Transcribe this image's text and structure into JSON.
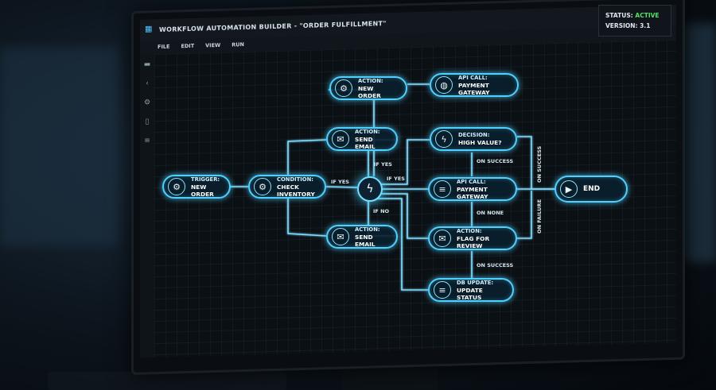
{
  "window": {
    "title": "WORKFLOW AUTOMATION BUILDER - \"ORDER FULFILLMENT\""
  },
  "menu": [
    "FILE",
    "EDIT",
    "VIEW",
    "RUN"
  ],
  "status": {
    "label": "STATUS:",
    "value": "ACTIVE",
    "version_label": "VERSION:",
    "version": "3.1"
  },
  "nodes": {
    "trigger": {
      "l1": "TRIGGER:",
      "l2": "NEW ORDER"
    },
    "condition": {
      "l1": "CONDITION:",
      "l2": "CHECK INVENTORY"
    },
    "action_new_order": {
      "l1": "ACTION:",
      "l2": "NEW ORDER"
    },
    "action_send_email_top": {
      "l1": "ACTION:",
      "l2": "SEND EMAIL"
    },
    "action_send_email_bottom": {
      "l1": "ACTION:",
      "l2": "SEND EMAIL"
    },
    "api_call_top": {
      "l1": "API CALL:",
      "l2": "PAYMENT GATEWAY"
    },
    "decision": {
      "l1": "DECISION:",
      "l2": "HIGH VALUE?"
    },
    "api_call_mid": {
      "l1": "API CALL:",
      "l2": "PAYMENT GATEWAY"
    },
    "action_flag": {
      "l1": "ACTION:",
      "l2": "FLAG FOR REVIEW"
    },
    "db_update": {
      "l1": "DB UPDATE:",
      "l2": "UPDATE STATUS"
    },
    "end": {
      "l1": "END"
    }
  },
  "edge_labels": {
    "if_yes_left": "IF YES",
    "if_yes_up": "IF YES",
    "if_yes_right": "IF YES",
    "if_no": "IF NO",
    "on_success_1": "ON SUCCESS",
    "on_none": "ON NONE",
    "on_success_2": "ON SUCCESS",
    "on_success_vertical": "ON SUCCESS",
    "on_failure_vertical": "ON FAILURE"
  },
  "colors": {
    "accent": "#4fd0ff",
    "active": "#57e06a",
    "background": "#0b1014"
  }
}
